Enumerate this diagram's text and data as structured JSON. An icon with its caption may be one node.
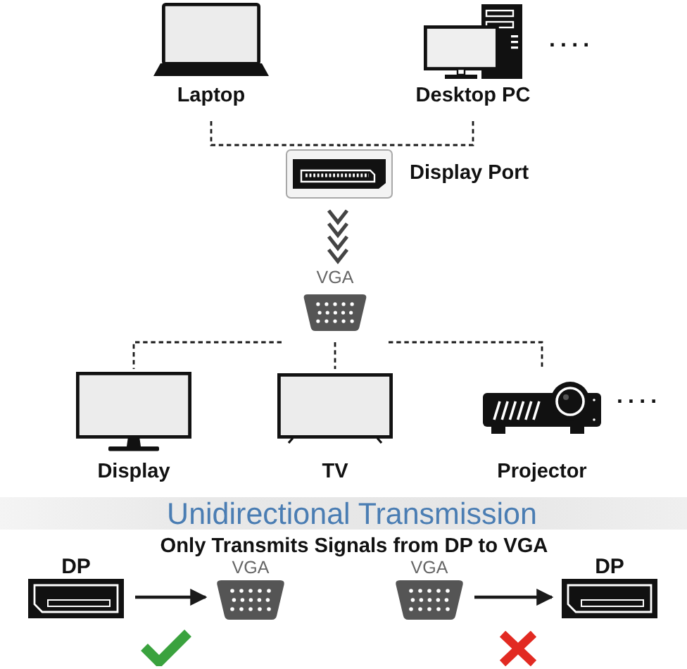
{
  "diagram": {
    "title": "Unidirectional Transmission",
    "nodes": [
      {
        "text": [
          "Laptop"
        ]
      },
      {
        "text": [
          "Desktop PC"
        ]
      },
      {
        "text": [
          "Display Port"
        ]
      },
      {
        "text": [
          "VGA"
        ]
      },
      {
        "text": [
          "Display"
        ]
      },
      {
        "text": [
          "TV"
        ]
      },
      {
        "text": [
          "Projector"
        ]
      },
      {
        "text": [
          "DP"
        ]
      },
      {
        "text": [
          "VGA"
        ]
      },
      {
        "text": [
          "VGA"
        ]
      },
      {
        "text": [
          "DP"
        ]
      }
    ],
    "edges": [
      {
        "from": 0,
        "to": 2,
        "arrow": "none",
        "style": "dashed"
      },
      {
        "from": 1,
        "to": 2,
        "arrow": "none",
        "style": "dashed"
      },
      {
        "from": 2,
        "to": 3,
        "arrow": "to"
      },
      {
        "from": 3,
        "to": 4,
        "arrow": "none",
        "style": "dashed"
      },
      {
        "from": 3,
        "to": 5,
        "arrow": "none",
        "style": "dashed"
      },
      {
        "from": 3,
        "to": 6,
        "arrow": "none",
        "style": "dashed"
      },
      {
        "from": 7,
        "to": 8,
        "arrow": "to"
      },
      {
        "from": 9,
        "to": 10,
        "arrow": "to"
      }
    ],
    "labels": [
      "....",
      "....",
      "Only Transmits Signals from DP to VGA"
    ]
  }
}
